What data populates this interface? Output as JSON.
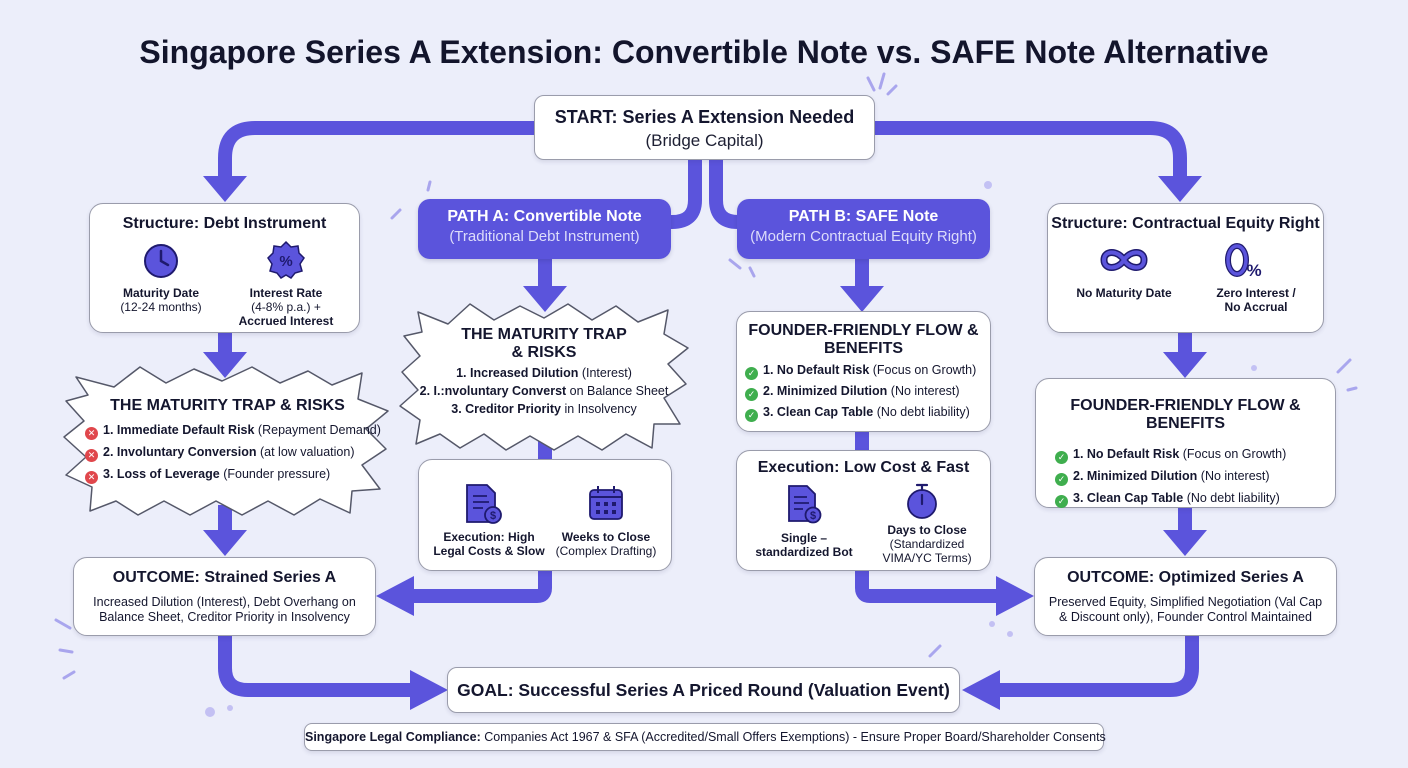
{
  "title": "Singapore Series A Extension: Convertible Note vs. SAFE Note Alternative",
  "start": {
    "title": "START: Series A Extension Needed",
    "sub": "(Bridge Capital)"
  },
  "path_a": {
    "title": "PATH A: Convertible Note",
    "sub": "(Traditional Debt Instrument)"
  },
  "path_b": {
    "title": "PATH B: SAFE Note",
    "sub": "(Modern Contractual Equity Right)"
  },
  "left_structure": {
    "title": "Structure: Debt Instrument",
    "item1": {
      "label": "Maturity Date",
      "detail": "(12-24 months)",
      "icon": "clock-icon"
    },
    "item2": {
      "label": "Interest Rate",
      "detail": "(4-8% p.a.) +",
      "detail2": "Accrued Interest",
      "icon": "percent-badge-icon"
    }
  },
  "left_trap": {
    "title": "THE MATURITY TRAP & RISKS",
    "items": [
      {
        "bold": "1. Immediate Default Risk",
        "rest": " (Repayment Demand)"
      },
      {
        "bold": "2. Involuntary Conversion",
        "rest": " (at low valuation)"
      },
      {
        "bold": "3. Loss of Leverage",
        "rest": " (Founder pressure)"
      }
    ]
  },
  "left_outcome": {
    "title": "OUTCOME: Strained Series A",
    "line1": "Increased Dilution (Interest), Debt Overhang on",
    "line2": "Balance Sheet, Creditor Priority in Insolvency"
  },
  "center_a_trap": {
    "title_line1": "THE MATURITY TRAP",
    "title_line2": "& RISKS",
    "items": [
      {
        "bold": "1. Increased Dilution",
        "rest": " (Interest)"
      },
      {
        "bold": "2. I.:nvoluntary Converst",
        "rest": " on Balance Sheet"
      },
      {
        "bold": "3. Creditor Priority",
        "rest": " in Insolvency"
      }
    ]
  },
  "center_a_exec": {
    "item1": {
      "line1": "Execution: High",
      "line2": "Legal Costs & Slow",
      "icon": "legal-document-dollar-icon"
    },
    "item2": {
      "line1": "Weeks to Close",
      "line2": "(Complex Drafting)",
      "icon": "calendar-icon"
    }
  },
  "center_b_flow": {
    "title_line1": "FOUNDER-FRIENDLY FLOW &",
    "title_line2": "BENEFITS",
    "items": [
      {
        "bold": "1. No Default Risk",
        "rest": " (Focus on Growth)"
      },
      {
        "bold": "2. Minimized Dilution",
        "rest": " (No interest)"
      },
      {
        "bold": "3. Clean Cap Table",
        "rest": " (No debt liability)"
      }
    ]
  },
  "center_b_exec": {
    "title": "Execution: Low Cost & Fast",
    "item1": {
      "line1": "Single –",
      "line2": "standardized Bot",
      "icon": "document-dollar-icon"
    },
    "item2": {
      "line1": "Days to Close",
      "line2": "(Standardized",
      "line3": "VIMA/YC Terms)",
      "icon": "stopwatch-icon"
    }
  },
  "right_structure": {
    "title": "Structure: Contractual Equity Right",
    "item1": {
      "label": "No Maturity Date",
      "icon": "infinity-icon"
    },
    "item2": {
      "label": "Zero Interest /",
      "label2": "No Accrual",
      "icon": "zero-percent-icon"
    }
  },
  "right_flow": {
    "title": "FOUNDER-FRIENDLY FLOW & BENEFITS",
    "items": [
      {
        "bold": "1. No Default Risk",
        "rest": " (Focus on Growth)"
      },
      {
        "bold": "2. Minimized Dilution",
        "rest": " (No interest)"
      },
      {
        "bold": "3. Clean Cap Table",
        "rest": " (No debt liability)"
      }
    ]
  },
  "right_outcome": {
    "title": "OUTCOME: Optimized Series A",
    "line1": "Preserved Equity, Simplified Negotiation (Val Cap",
    "line2": "& Discount only), Founder Control Maintained"
  },
  "goal": {
    "title": "GOAL: Successful Series A Priced Round (Valuation Event)"
  },
  "footer": {
    "bold": "Singapore Legal Compliance:",
    "rest": " Companies Act 1967 & SFA (Accredited/Small Offers Exemptions) - Ensure Proper Board/Shareholder Consents"
  },
  "colors": {
    "accent": "#5b54dc",
    "danger": "#e0474c",
    "success": "#3fae4e",
    "background": "#eceefa"
  }
}
